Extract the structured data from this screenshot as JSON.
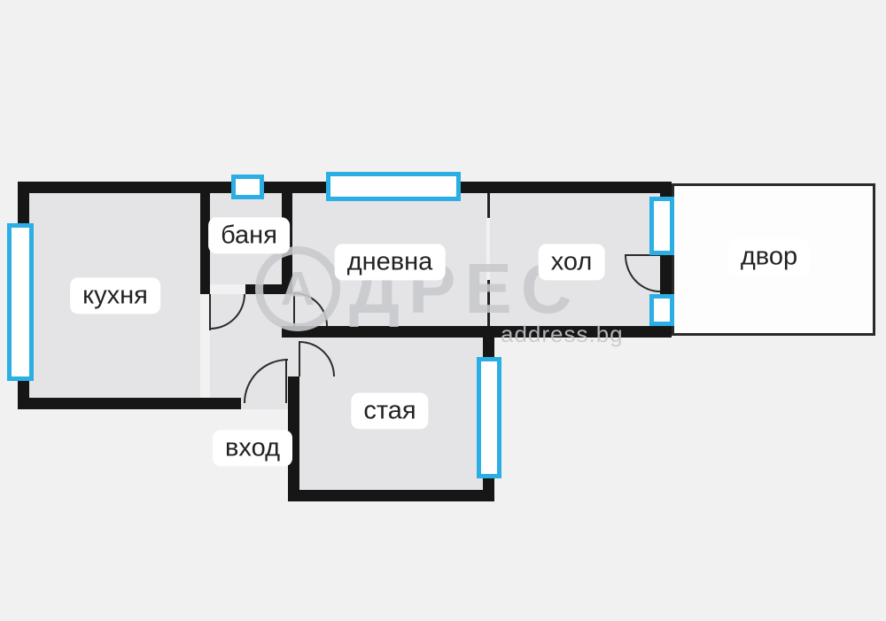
{
  "watermark": {
    "brand": "АДРЕС",
    "logo_letter": "А",
    "brand_rest": "ДРЕС",
    "domain": "address.bg"
  },
  "rooms": {
    "kitchen": {
      "label": "кухня"
    },
    "bathroom": {
      "label": "баня"
    },
    "living": {
      "label": "дневна"
    },
    "hall": {
      "label": "хол"
    },
    "yard": {
      "label": "двор"
    },
    "bedroom": {
      "label": "стая"
    },
    "entrance": {
      "label": "вход"
    }
  },
  "colors": {
    "page_bg": "#f1f1f2",
    "wall": "#161616",
    "room_fill": "#e4e4e6",
    "window_accent": "#2aaee4",
    "yard_fill": "#fdfdfd",
    "watermark": "#c7c9cc"
  }
}
